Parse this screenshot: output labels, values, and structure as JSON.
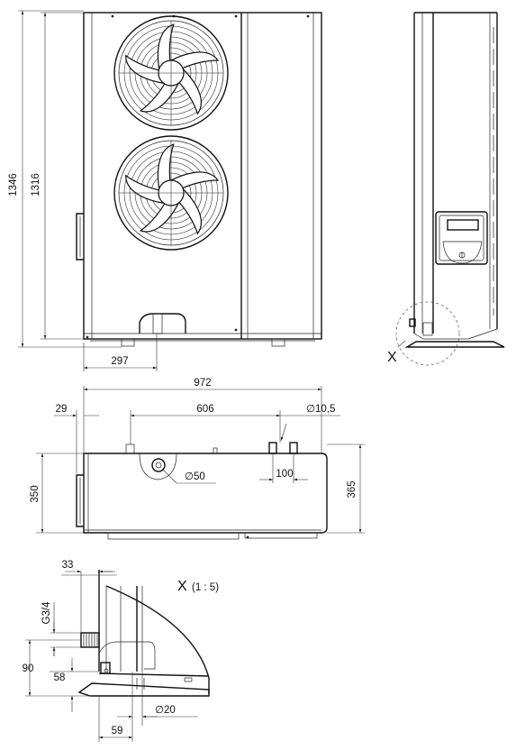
{
  "front_view": {
    "dim_total_height": "1346",
    "dim_body_height": "1316",
    "dim_foot_offset": "297"
  },
  "side_view": {
    "detail_marker": "X"
  },
  "top_view": {
    "dim_width": "972",
    "dim_edge_offset": "29",
    "dim_connection_spacing": "606",
    "dim_hole_diameter": "∅10,5",
    "dim_drain_diameter": "∅50",
    "dim_pipe_spacing": "100",
    "dim_depth": "350",
    "dim_depth_with_pipes": "365"
  },
  "detail_view": {
    "title": "X",
    "scale": "(1 : 5)",
    "dim_pipe_offset": "33",
    "dim_thread": "G3/4",
    "dim_height_90": "90",
    "dim_height_58": "58",
    "dim_diameter_20": "∅20",
    "dim_width_59": "59"
  }
}
